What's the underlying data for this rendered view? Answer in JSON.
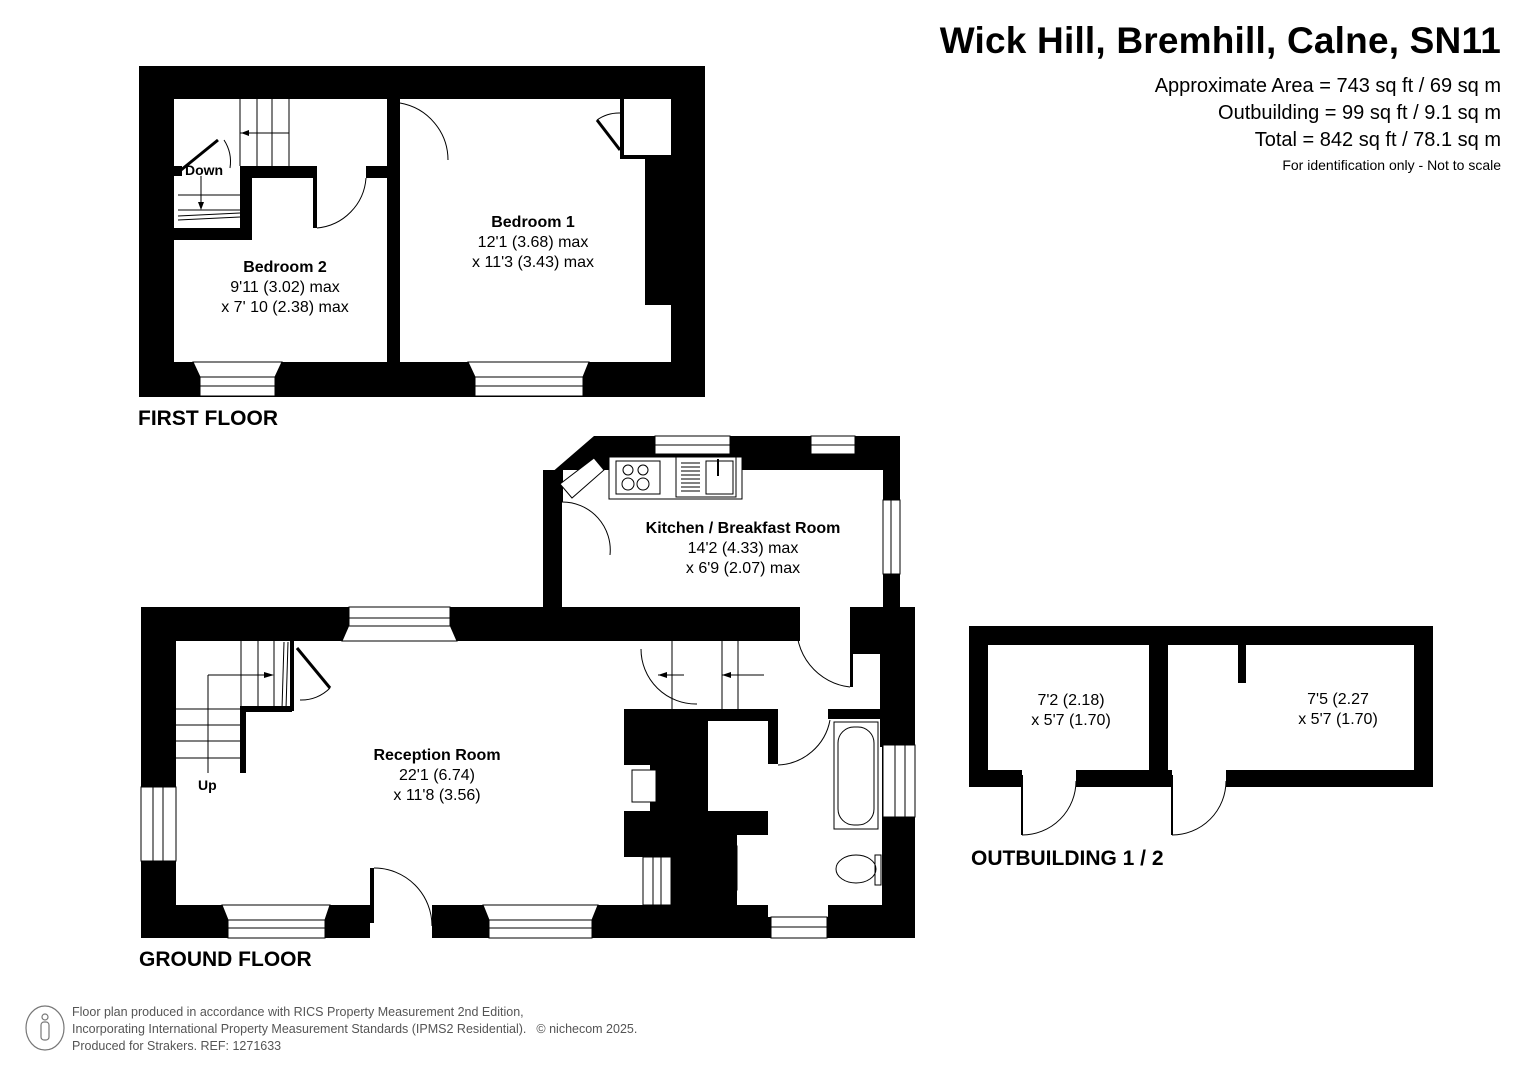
{
  "header": {
    "title": "Wick Hill, Bremhill, Calne, SN11",
    "approx_area": "Approximate Area = 743 sq ft / 69 sq m",
    "outbuilding_area": "Outbuilding = 99 sq ft / 9.1 sq m",
    "total_area": "Total = 842 sq ft / 78.1 sq m",
    "disclaimer": "For identification only - Not to scale"
  },
  "floors": {
    "first_floor": {
      "label": "FIRST FLOOR",
      "stair_label": "Down",
      "rooms": [
        {
          "name": "Bedroom 1",
          "dim1": "12'1 (3.68) max",
          "dim2": "x 11'3 (3.43) max"
        },
        {
          "name": "Bedroom 2",
          "dim1": "9'11 (3.02) max",
          "dim2": "x 7' 10 (2.38) max"
        }
      ]
    },
    "ground_floor": {
      "label": "GROUND FLOOR",
      "stair_label": "Up",
      "rooms": [
        {
          "name": "Reception Room",
          "dim1": "22'1 (6.74)",
          "dim2": "x 11'8 (3.56)"
        },
        {
          "name": "Kitchen / Breakfast Room",
          "dim1": "14'2 (4.33) max",
          "dim2": "x 6'9 (2.07) max"
        }
      ]
    },
    "outbuilding": {
      "label": "OUTBUILDING 1 / 2",
      "rooms": [
        {
          "dim1": "7'2 (2.18)",
          "dim2": "x 5'7 (1.70)"
        },
        {
          "dim1": "7'5 (2.27",
          "dim2": "x 5'7 (1.70)"
        }
      ]
    }
  },
  "footer": {
    "line1": "Floor plan produced in accordance with RICS Property Measurement 2nd Edition,",
    "line2": "Incorporating International Property Measurement Standards (IPMS2 Residential).",
    "copyright": "© nichecom 2025.",
    "line3": "Produced for Strakers.   REF:  1271633",
    "icon": "person-icon"
  },
  "colors": {
    "wall": "#000000",
    "background": "#ffffff",
    "footer_text": "#555555"
  }
}
